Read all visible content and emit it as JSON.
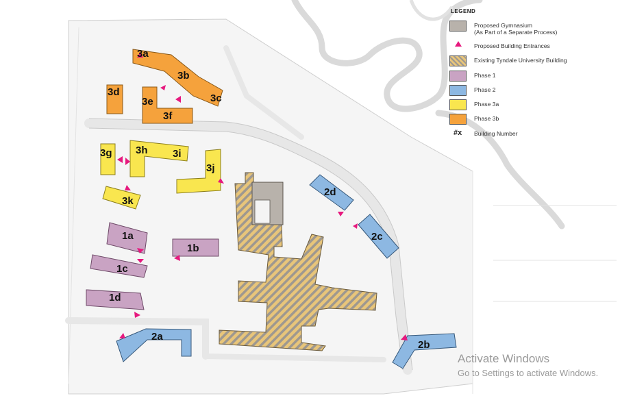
{
  "legend": {
    "title": "LEGEND",
    "items": [
      {
        "label": "Proposed Gymnasium",
        "sublabel": "(As Part of a Separate Process)",
        "color": "#b8b2ab",
        "symbol": "swatch"
      },
      {
        "label": "Proposed Building Entrances",
        "color": "#e6197e",
        "symbol": "triangle"
      },
      {
        "label": "Existing Tyndale University Building",
        "color": "#e8c57a",
        "symbol": "hatch"
      },
      {
        "label": "Phase 1",
        "color": "#c9a3c3",
        "symbol": "swatch"
      },
      {
        "label": "Phase 2",
        "color": "#8db8e2",
        "symbol": "swatch"
      },
      {
        "label": "Phase 3a",
        "color": "#f9e64f",
        "symbol": "swatch"
      },
      {
        "label": "Phase 3b",
        "color": "#f5a23c",
        "symbol": "swatch"
      },
      {
        "label": "Building Number",
        "symbol_text": "#x",
        "symbol": "text"
      }
    ]
  },
  "buildings": {
    "b3a": "3a",
    "b3b": "3b",
    "b3c": "3c",
    "b3d": "3d",
    "b3e": "3e",
    "b3f": "3f",
    "b3g": "3g",
    "b3h": "3h",
    "b3i": "3i",
    "b3j": "3j",
    "b3k": "3k",
    "b1a": "1a",
    "b1b": "1b",
    "b1c": "1c",
    "b1d": "1d",
    "b2a": "2a",
    "b2b": "2b",
    "b2c": "2c",
    "b2d": "2d"
  },
  "watermark": {
    "line1": "Activate Windows",
    "line2": "Go to Settings to activate Windows."
  }
}
